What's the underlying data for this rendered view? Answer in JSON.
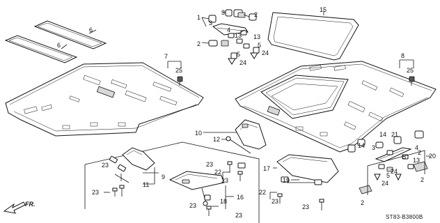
{
  "diagram_code": "ST83-B3800B",
  "direction_label": "FR.",
  "callouts": [
    {
      "id": "c1",
      "text": "1"
    },
    {
      "id": "c2a",
      "text": "2"
    },
    {
      "id": "c2b",
      "text": "2"
    },
    {
      "id": "c2c",
      "text": "2"
    },
    {
      "id": "c2d",
      "text": "2"
    },
    {
      "id": "c2e",
      "text": "2"
    },
    {
      "id": "c3a",
      "text": "3"
    },
    {
      "id": "c3b",
      "text": "3"
    },
    {
      "id": "c3c",
      "text": "3"
    },
    {
      "id": "c4a",
      "text": "4"
    },
    {
      "id": "c4b",
      "text": "4"
    },
    {
      "id": "c5a",
      "text": "5"
    },
    {
      "id": "c5b",
      "text": "5"
    },
    {
      "id": "c5c",
      "text": "5"
    },
    {
      "id": "c5d",
      "text": "5"
    },
    {
      "id": "c6a",
      "text": "6"
    },
    {
      "id": "c6b",
      "text": "6"
    },
    {
      "id": "c7",
      "text": "7"
    },
    {
      "id": "c8",
      "text": "8"
    },
    {
      "id": "c9",
      "text": "9"
    },
    {
      "id": "c10",
      "text": "10"
    },
    {
      "id": "c11",
      "text": "11"
    },
    {
      "id": "c12",
      "text": "12"
    },
    {
      "id": "c13a",
      "text": "13"
    },
    {
      "id": "c13b",
      "text": "13"
    },
    {
      "id": "c13c",
      "text": "13"
    },
    {
      "id": "c14a",
      "text": "14"
    },
    {
      "id": "c14b",
      "text": "14"
    },
    {
      "id": "c15",
      "text": "15"
    },
    {
      "id": "c16",
      "text": "16"
    },
    {
      "id": "c17",
      "text": "17"
    },
    {
      "id": "c18",
      "text": "18"
    },
    {
      "id": "c19",
      "text": "19"
    },
    {
      "id": "c20",
      "text": "20"
    },
    {
      "id": "c21",
      "text": "21"
    },
    {
      "id": "c22a",
      "text": "22"
    },
    {
      "id": "c22b",
      "text": "22"
    },
    {
      "id": "c23a",
      "text": "23"
    },
    {
      "id": "c23b",
      "text": "23"
    },
    {
      "id": "c23c",
      "text": "23"
    },
    {
      "id": "c23d",
      "text": "23"
    },
    {
      "id": "c23e",
      "text": "23"
    },
    {
      "id": "c23f",
      "text": "23"
    },
    {
      "id": "c23g",
      "text": "23"
    },
    {
      "id": "c23h",
      "text": "23"
    },
    {
      "id": "c24a",
      "text": "24"
    },
    {
      "id": "c24b",
      "text": "24"
    },
    {
      "id": "c24c",
      "text": "24"
    },
    {
      "id": "c24d",
      "text": "24"
    },
    {
      "id": "c25a",
      "text": "25"
    },
    {
      "id": "c25b",
      "text": "25"
    }
  ]
}
